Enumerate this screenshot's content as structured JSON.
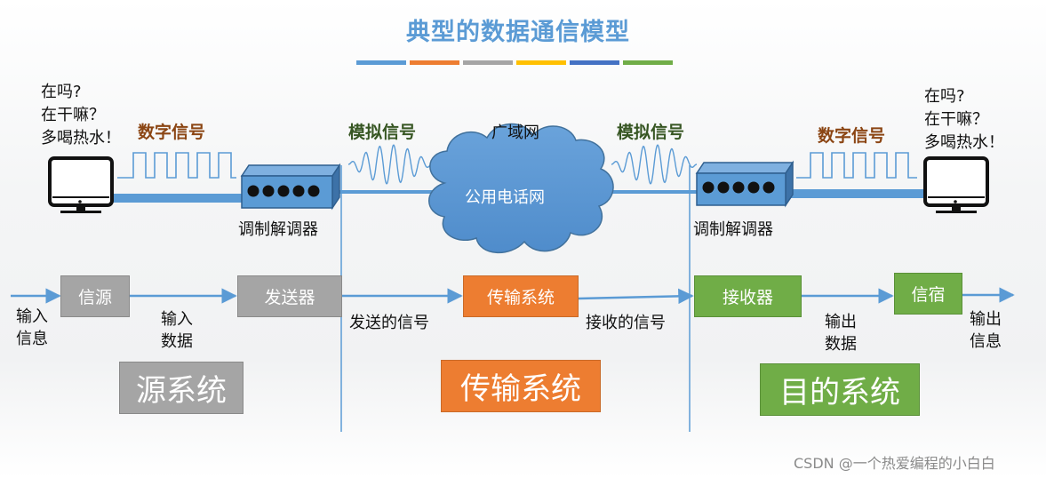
{
  "title": "典型的数据通信模型",
  "title_bar_colors": [
    "#5b9bd5",
    "#ed7d31",
    "#a5a5a5",
    "#ffc000",
    "#4472c4",
    "#70ad47"
  ],
  "left_chat": "在吗?\n在干嘛？\n多喝热水！",
  "right_chat": "在吗?\n在干嘛？\n多喝热水！",
  "labels": {
    "digital_signal": "数字信号",
    "analog_signal": "模拟信号",
    "wan": "广域网",
    "pstn": "公用电话网",
    "modem": "调制解调器"
  },
  "flow": {
    "source": "信源",
    "transmitter": "发送器",
    "transmission": "传输系统",
    "receiver": "接收器",
    "sink": "信宿",
    "input_info": "输入\n信息",
    "input_data": "输入\n数据",
    "sent_signal": "发送的信号",
    "received_signal": "接收的信号",
    "output_data": "输出\n数据",
    "output_info": "输出\n信息"
  },
  "systems": {
    "source": "源系统",
    "transmission": "传输系统",
    "destination": "目的系统"
  },
  "colors": {
    "accent_blue": "#5b9bd5",
    "gray": "#a5a5a5",
    "orange": "#ed7d31",
    "green": "#70ad47",
    "digital_label": "#8b4513",
    "analog_label": "#375623"
  },
  "icons": [
    "computer-icon",
    "modem-icon",
    "cloud-icon"
  ],
  "watermark": "CSDN @一个热爱编程的小白白"
}
